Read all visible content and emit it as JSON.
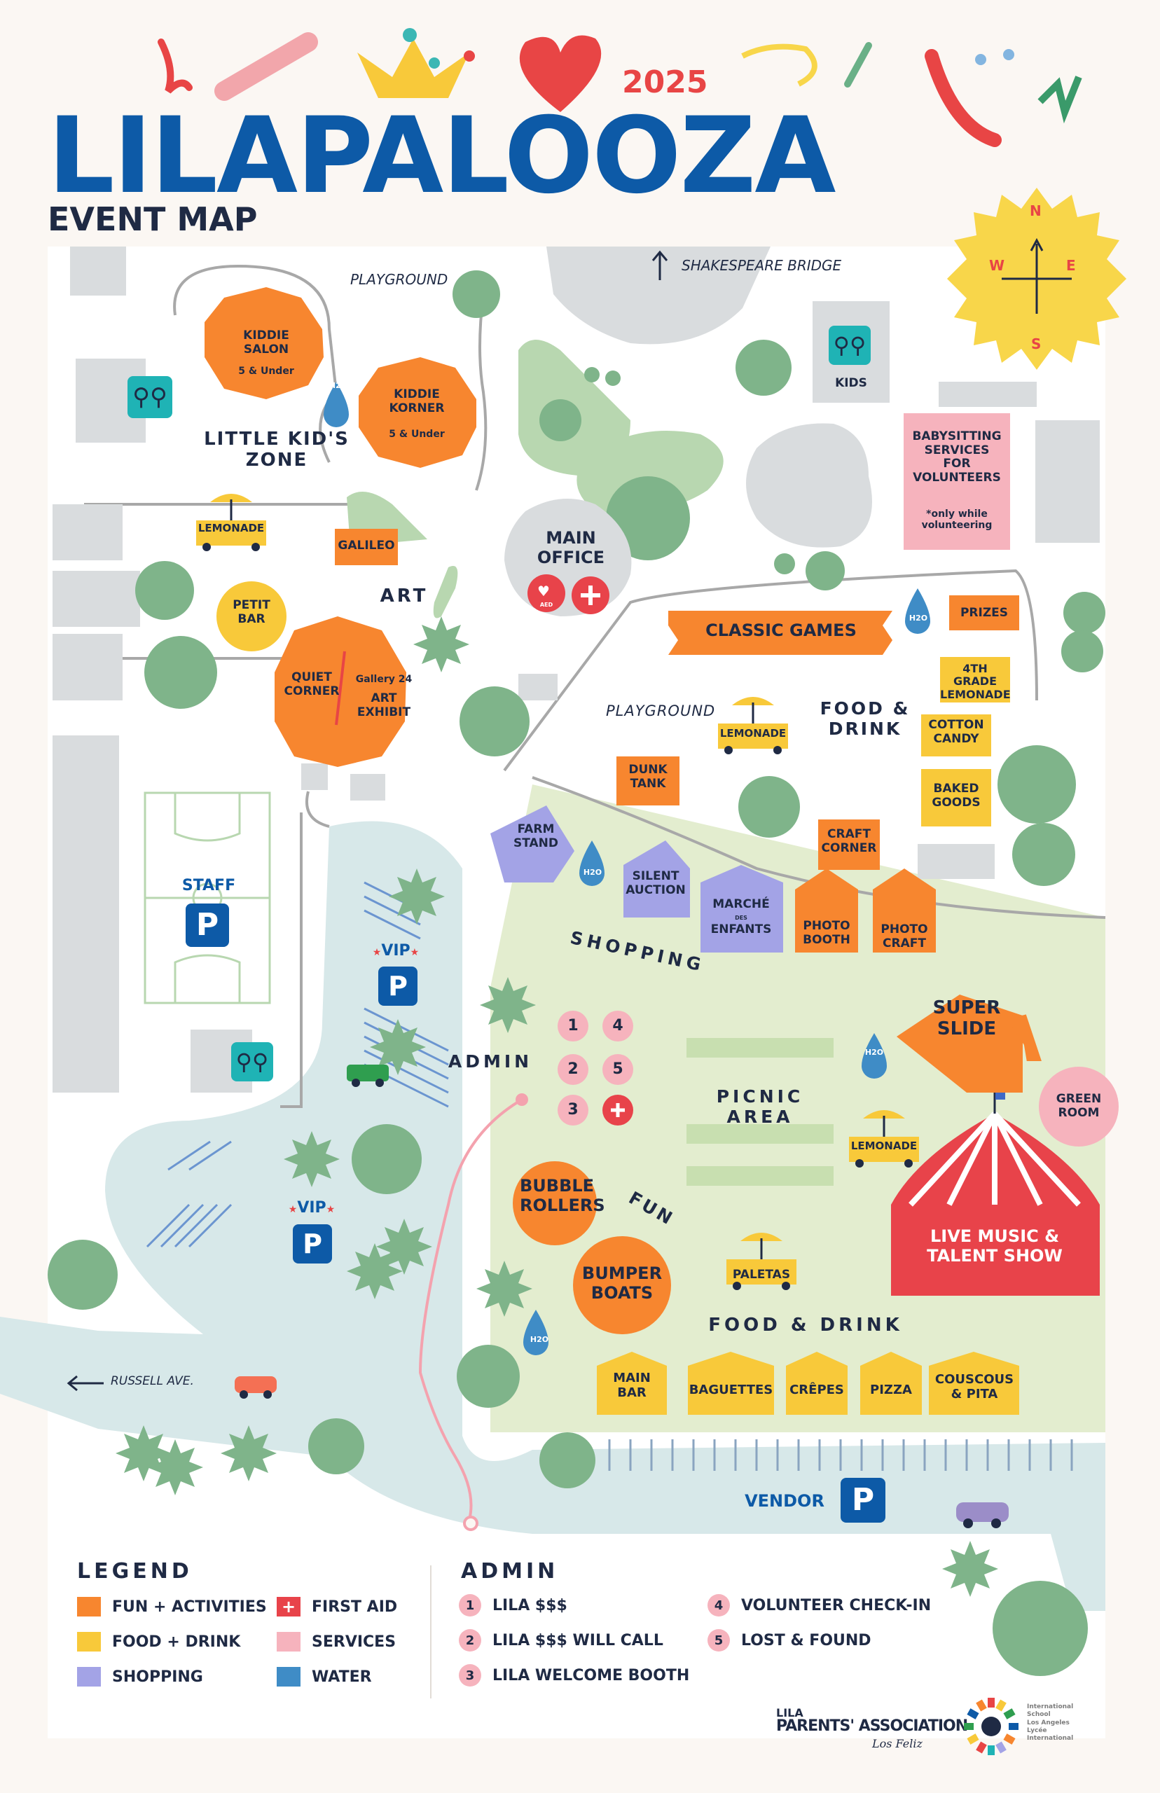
{
  "header": {
    "year": "2025",
    "title": "LILAPALOOZA",
    "subtitle": "EVENT MAP"
  },
  "compass": {
    "n": "N",
    "s": "S",
    "e": "E",
    "w": "W"
  },
  "places": {
    "playground_top": "PLAYGROUND",
    "shakespeare_bridge": "SHAKESPEARE BRIDGE",
    "kiddie_salon": "KIDDIE SALON",
    "kiddie_salon_age": "5 & Under",
    "kiddie_korner": "KIDDIE KORNER",
    "kiddie_korner_age": "5 & Under",
    "little_kids_zone": "LITTLE KID'S ZONE",
    "kids": "KIDS",
    "babysitting": "BABYSITTING SERVICES FOR VOLUNTEERS",
    "babysitting_note": "*only while volunteering",
    "lemonade": "LEMONADE",
    "galileo": "GALILEO",
    "main_office": "MAIN OFFICE",
    "aed": "AED",
    "art": "ART",
    "petit_bar": "PETIT BAR",
    "quiet_corner": "QUIET CORNER",
    "gallery": "Gallery 24",
    "art_exhibit": "ART EXHIBIT",
    "classic_games": "CLASSIC GAMES",
    "prizes": "PRIZES",
    "fourth_grade_lemonade": "4TH GRADE LEMONADE",
    "cotton_candy": "COTTON CANDY",
    "baked_goods": "BAKED GOODS",
    "food_drink_top": "FOOD & DRINK",
    "playground_mid": "PLAYGROUND",
    "dunk_tank": "DUNK TANK",
    "craft_corner": "CRAFT CORNER",
    "staff": "STAFF",
    "vip": "VIP",
    "farm_stand": "FARM STAND",
    "silent_auction": "SILENT AUCTION",
    "marche": "MARCHÉ",
    "marche_des": "DES",
    "enfants": "ENFANTS",
    "photo_booth": "PHOTO BOOTH",
    "photo_craft": "PHOTO CRAFT",
    "shopping": "SHOPPING",
    "super_slide": "SUPER SLIDE",
    "admin": "ADMIN",
    "picnic_area": "PICNIC AREA",
    "green_room": "GREEN ROOM",
    "bubble_rollers": "BUBBLE ROLLERS",
    "fun": "FUN",
    "bumper_boats": "BUMPER BOATS",
    "live_music": "LIVE MUSIC & TALENT SHOW",
    "paletas": "PALETAS",
    "food_drink_bottom": "FOOD & DRINK",
    "main_bar": "MAIN BAR",
    "baguettes": "BAGUETTES",
    "crepes": "CRÊPES",
    "pizza": "PIZZA",
    "couscous": "COUSCOUS & PITA",
    "russell_ave": "RUSSELL AVE.",
    "vendor": "VENDOR",
    "water": "H2O",
    "parking": "P",
    "admin_nums": [
      "1",
      "2",
      "3",
      "4",
      "5"
    ]
  },
  "legend": {
    "title": "LEGEND",
    "items": [
      {
        "label": "FUN + ACTIVITIES",
        "color": "#f7862f"
      },
      {
        "label": "FOOD + DRINK",
        "color": "#f8c93a"
      },
      {
        "label": "SHOPPING",
        "color": "#a3a3e6"
      },
      {
        "label": "FIRST AID",
        "color": "#e8434a"
      },
      {
        "label": "SERVICES",
        "color": "#f6b3bd"
      },
      {
        "label": "WATER",
        "color": "#3f8cc6"
      }
    ]
  },
  "admin_legend": {
    "title": "ADMIN",
    "items": [
      {
        "num": "1",
        "label": "LILA $$$"
      },
      {
        "num": "2",
        "label": "LILA $$$ WILL CALL"
      },
      {
        "num": "3",
        "label": "LILA WELCOME BOOTH"
      },
      {
        "num": "4",
        "label": "VOLUNTEER CHECK-IN"
      },
      {
        "num": "5",
        "label": "LOST & FOUND"
      }
    ]
  },
  "footer": {
    "lila": "LILA",
    "parents_association": "PARENTS' ASSOCIATION",
    "los_feliz": "Los Feliz",
    "school": [
      "International",
      "School",
      "Los Angeles",
      "Lycée",
      "International"
    ]
  },
  "colors": {
    "brand_blue": "#0d5aa7",
    "accent_red": "#e84545",
    "fun": "#f7862f",
    "food": "#f8c93a",
    "shopping": "#a3a3e6",
    "services": "#f6b3bd",
    "water": "#3f8cc6",
    "lawn": "#e3edcf",
    "road": "#d7e8e9",
    "building": "#d9dcde",
    "tree": "#7fb48a"
  }
}
